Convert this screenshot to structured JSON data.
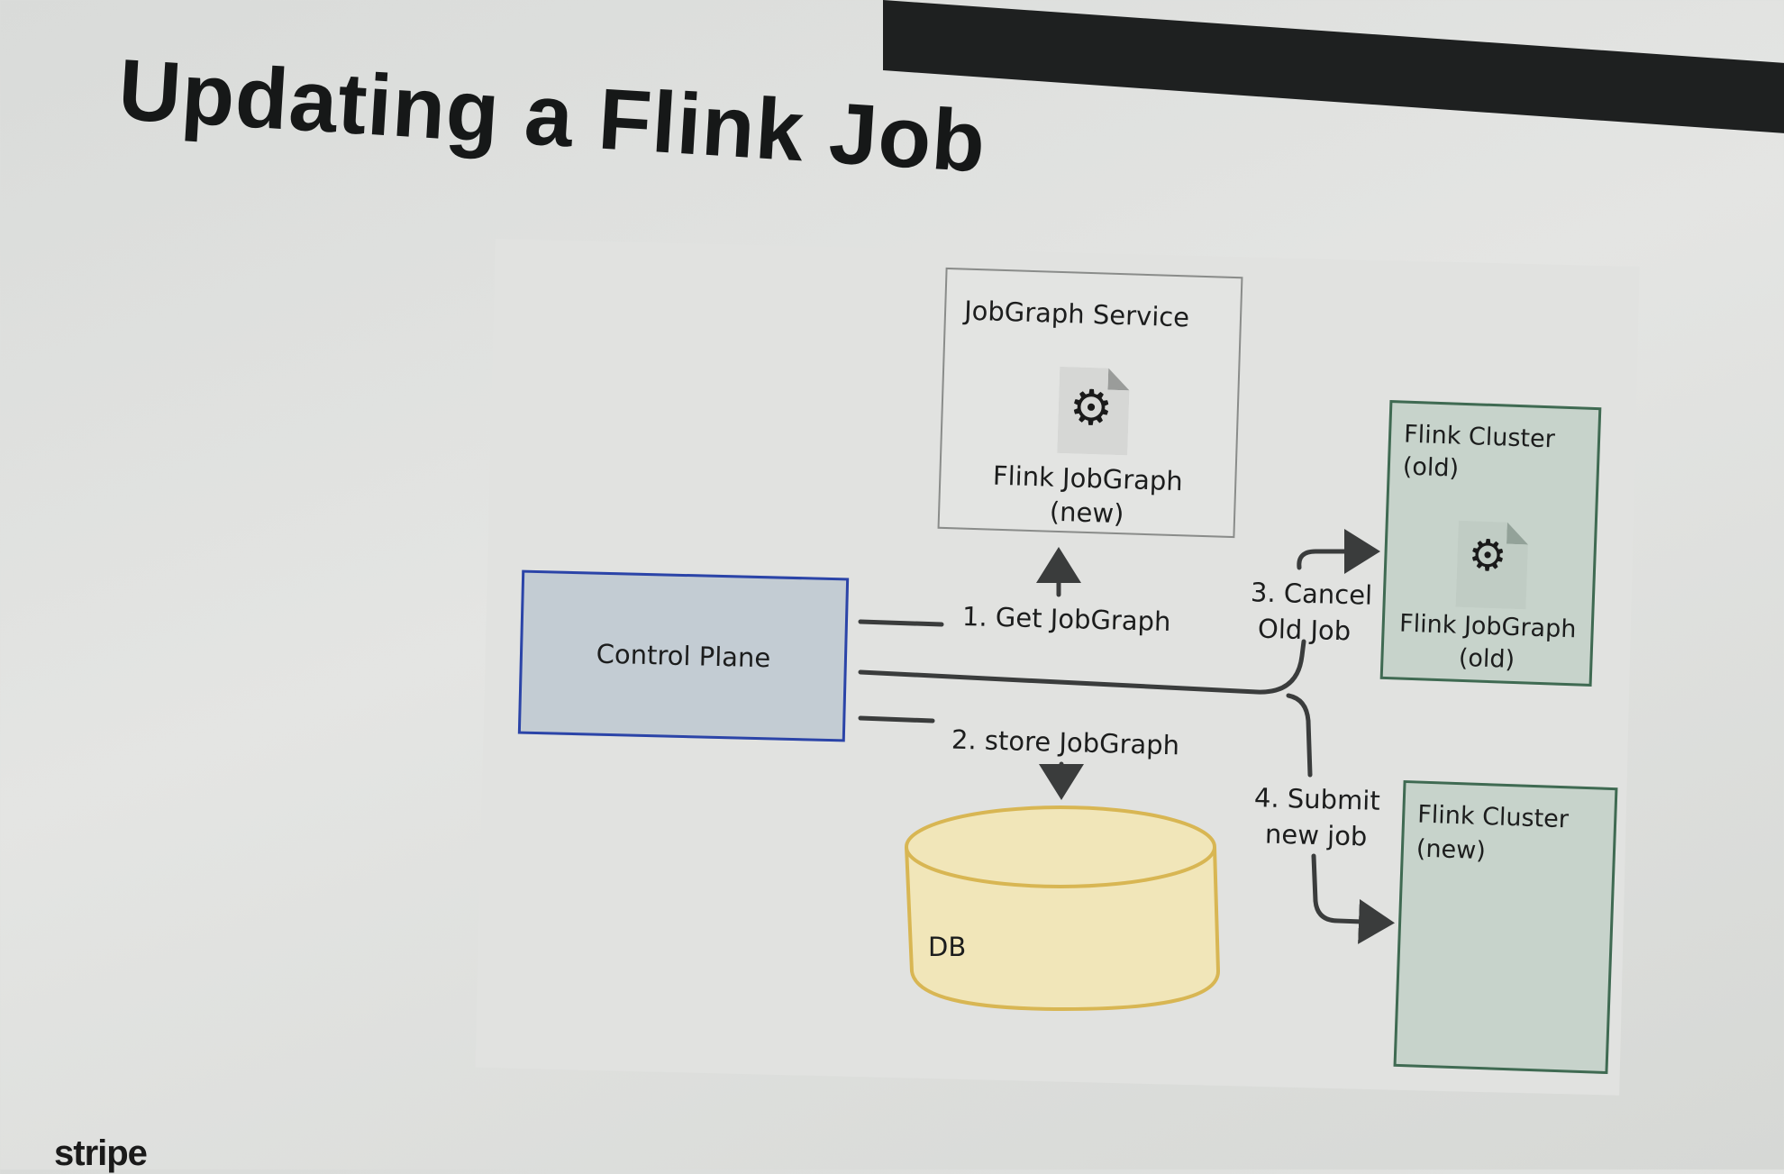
{
  "slide": {
    "title": "Updating a Flink Job",
    "footer_logo": "stripe"
  },
  "nodes": {
    "jobgraph_service": {
      "title": "JobGraph Service",
      "doc_icon": "gear-document-icon",
      "doc_label_line1": "Flink JobGraph",
      "doc_label_line2": "(new)"
    },
    "control_plane": {
      "label": "Control Plane"
    },
    "db": {
      "label": "DB"
    },
    "flink_cluster_old": {
      "title_line1": "Flink Cluster",
      "title_line2": "(old)",
      "doc_icon": "gear-document-icon",
      "doc_label_line1": "Flink JobGraph",
      "doc_label_line2": "(old)"
    },
    "flink_cluster_new": {
      "title_line1": "Flink Cluster",
      "title_line2": "(new)"
    }
  },
  "steps": {
    "step1": "1. Get JobGraph",
    "step2": "2. store JobGraph",
    "step3_line1": "3. Cancel",
    "step3_line2": "Old Job",
    "step4_line1": "4. Submit",
    "step4_line2": "new job"
  },
  "colors": {
    "control_plane_fill": "#c3ccd3",
    "control_plane_border": "#2b44a8",
    "cluster_fill": "#c7d3cb",
    "cluster_border": "#3f6a52",
    "db_fill": "#f1e6b9",
    "db_border": "#d8b653"
  }
}
